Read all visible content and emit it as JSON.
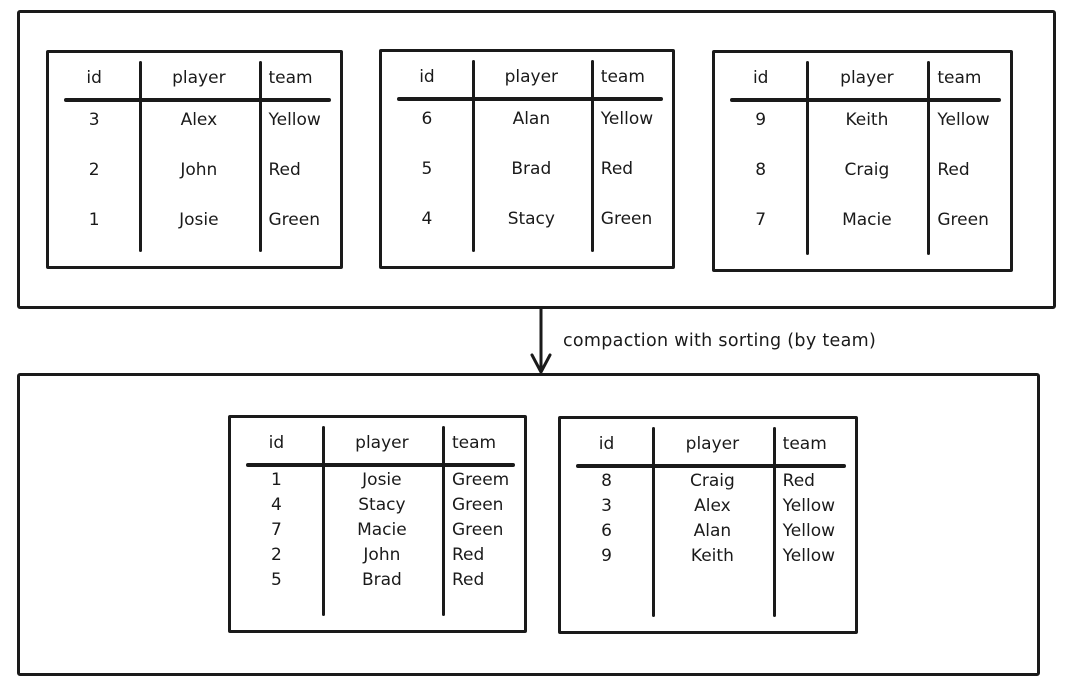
{
  "colors": {
    "stroke": "#1a1a1a",
    "background": "#ffffff"
  },
  "arrow_label": "compaction with sorting (by team)",
  "column_headers": [
    "id",
    "player",
    "team"
  ],
  "top_tables": [
    [
      [
        "3",
        "Alex",
        "Yellow"
      ],
      [
        "2",
        "John",
        "Red"
      ],
      [
        "1",
        "Josie",
        "Green"
      ]
    ],
    [
      [
        "6",
        "Alan",
        "Yellow"
      ],
      [
        "5",
        "Brad",
        "Red"
      ],
      [
        "4",
        "Stacy",
        "Green"
      ]
    ],
    [
      [
        "9",
        "Keith",
        "Yellow"
      ],
      [
        "8",
        "Craig",
        "Red"
      ],
      [
        "7",
        "Macie",
        "Green"
      ]
    ]
  ],
  "bottom_tables": [
    [
      [
        "1",
        "Josie",
        "Greem"
      ],
      [
        "4",
        "Stacy",
        "Green"
      ],
      [
        "7",
        "Macie",
        "Green"
      ],
      [
        "2",
        "John",
        "Red"
      ],
      [
        "5",
        "Brad",
        "Red"
      ]
    ],
    [
      [
        "8",
        "Craig",
        "Red"
      ],
      [
        "3",
        "Alex",
        "Yellow"
      ],
      [
        "6",
        "Alan",
        "Yellow"
      ],
      [
        "9",
        "Keith",
        "Yellow"
      ]
    ]
  ]
}
